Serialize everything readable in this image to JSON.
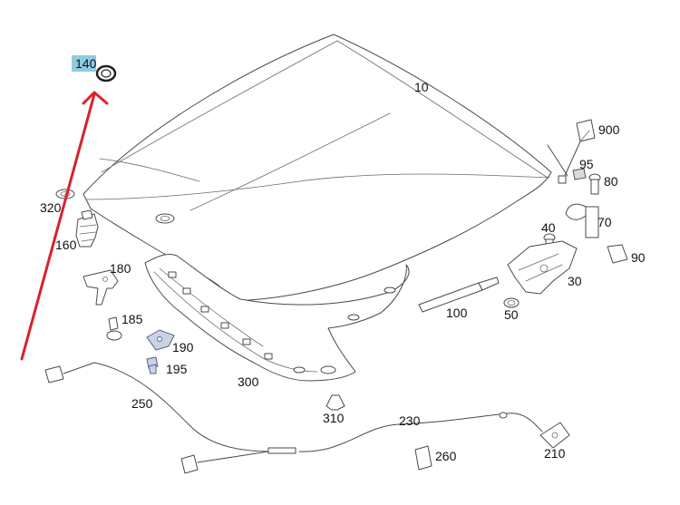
{
  "diagram": {
    "highlight_color": "#8fcbe0",
    "arrow_color": "#d9222d",
    "parts": [
      {
        "id": "10",
        "label": "10"
      },
      {
        "id": "30",
        "label": "30"
      },
      {
        "id": "40",
        "label": "40"
      },
      {
        "id": "50",
        "label": "50"
      },
      {
        "id": "70",
        "label": "70"
      },
      {
        "id": "80",
        "label": "80"
      },
      {
        "id": "90",
        "label": "90"
      },
      {
        "id": "95",
        "label": "95"
      },
      {
        "id": "100",
        "label": "100"
      },
      {
        "id": "140",
        "label": "140",
        "highlighted": true
      },
      {
        "id": "160",
        "label": "160"
      },
      {
        "id": "180",
        "label": "180"
      },
      {
        "id": "185",
        "label": "185"
      },
      {
        "id": "190",
        "label": "190"
      },
      {
        "id": "195",
        "label": "195"
      },
      {
        "id": "210",
        "label": "210"
      },
      {
        "id": "230",
        "label": "230"
      },
      {
        "id": "250",
        "label": "250"
      },
      {
        "id": "260",
        "label": "260"
      },
      {
        "id": "300",
        "label": "300"
      },
      {
        "id": "310",
        "label": "310"
      },
      {
        "id": "320",
        "label": "320"
      },
      {
        "id": "900",
        "label": "900"
      }
    ]
  }
}
